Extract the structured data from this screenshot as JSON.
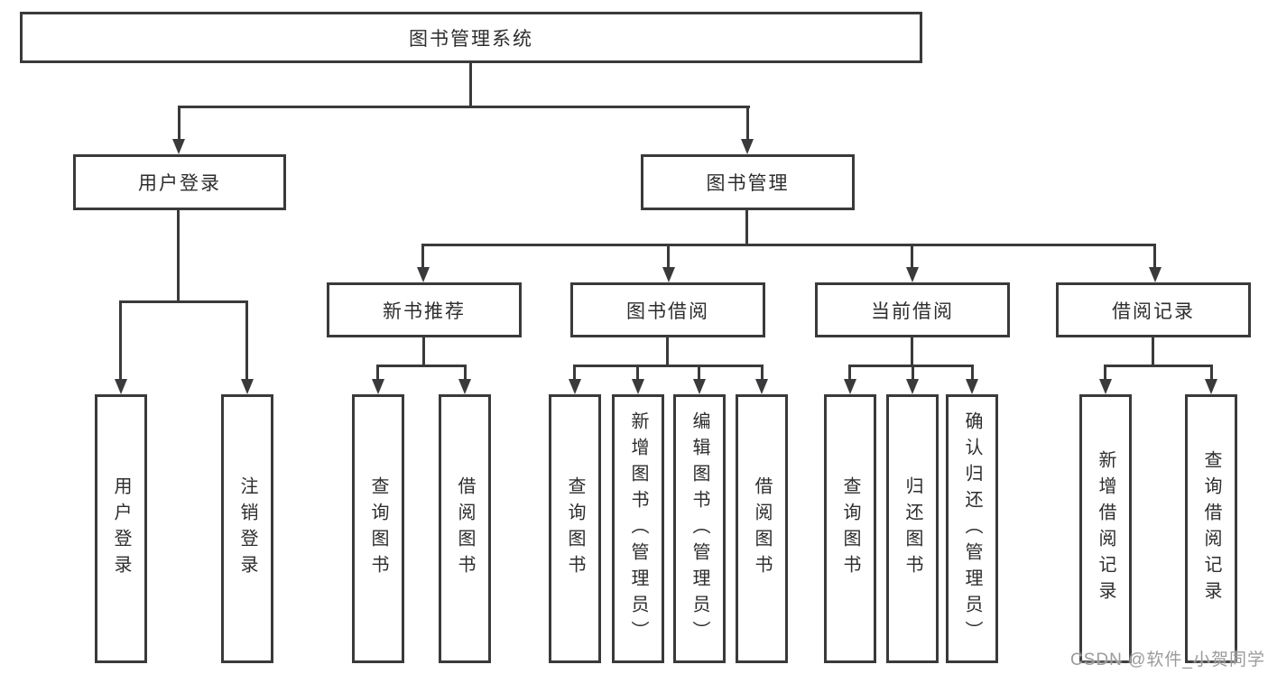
{
  "diagram": {
    "type": "hierarchy-tree",
    "root": {
      "label": "图书管理系统"
    },
    "level2": [
      {
        "label": "用户登录",
        "children": [
          {
            "label": "用户登录"
          },
          {
            "label": "注销登录"
          }
        ]
      },
      {
        "label": "图书管理",
        "groups": [
          {
            "label": "新书推荐",
            "children": [
              {
                "label": "查询图书"
              },
              {
                "label": "借阅图书"
              }
            ]
          },
          {
            "label": "图书借阅",
            "children": [
              {
                "label": "查询图书"
              },
              {
                "label": "新增图书（管理员）"
              },
              {
                "label": "编辑图书（管理员）"
              },
              {
                "label": "借阅图书"
              }
            ]
          },
          {
            "label": "当前借阅",
            "children": [
              {
                "label": "查询图书"
              },
              {
                "label": "归还图书"
              },
              {
                "label": "确认归还（管理员）"
              }
            ]
          },
          {
            "label": "借阅记录",
            "children": [
              {
                "label": "新增借阅记录"
              },
              {
                "label": "查询借阅记录"
              }
            ]
          }
        ]
      }
    ],
    "watermark": "CSDN @软件_小贺同学",
    "colors": {
      "line": "#3a3a3c",
      "text": "#2d2d2f",
      "background": "#ffffff",
      "watermark": "#9b9b9b"
    }
  }
}
